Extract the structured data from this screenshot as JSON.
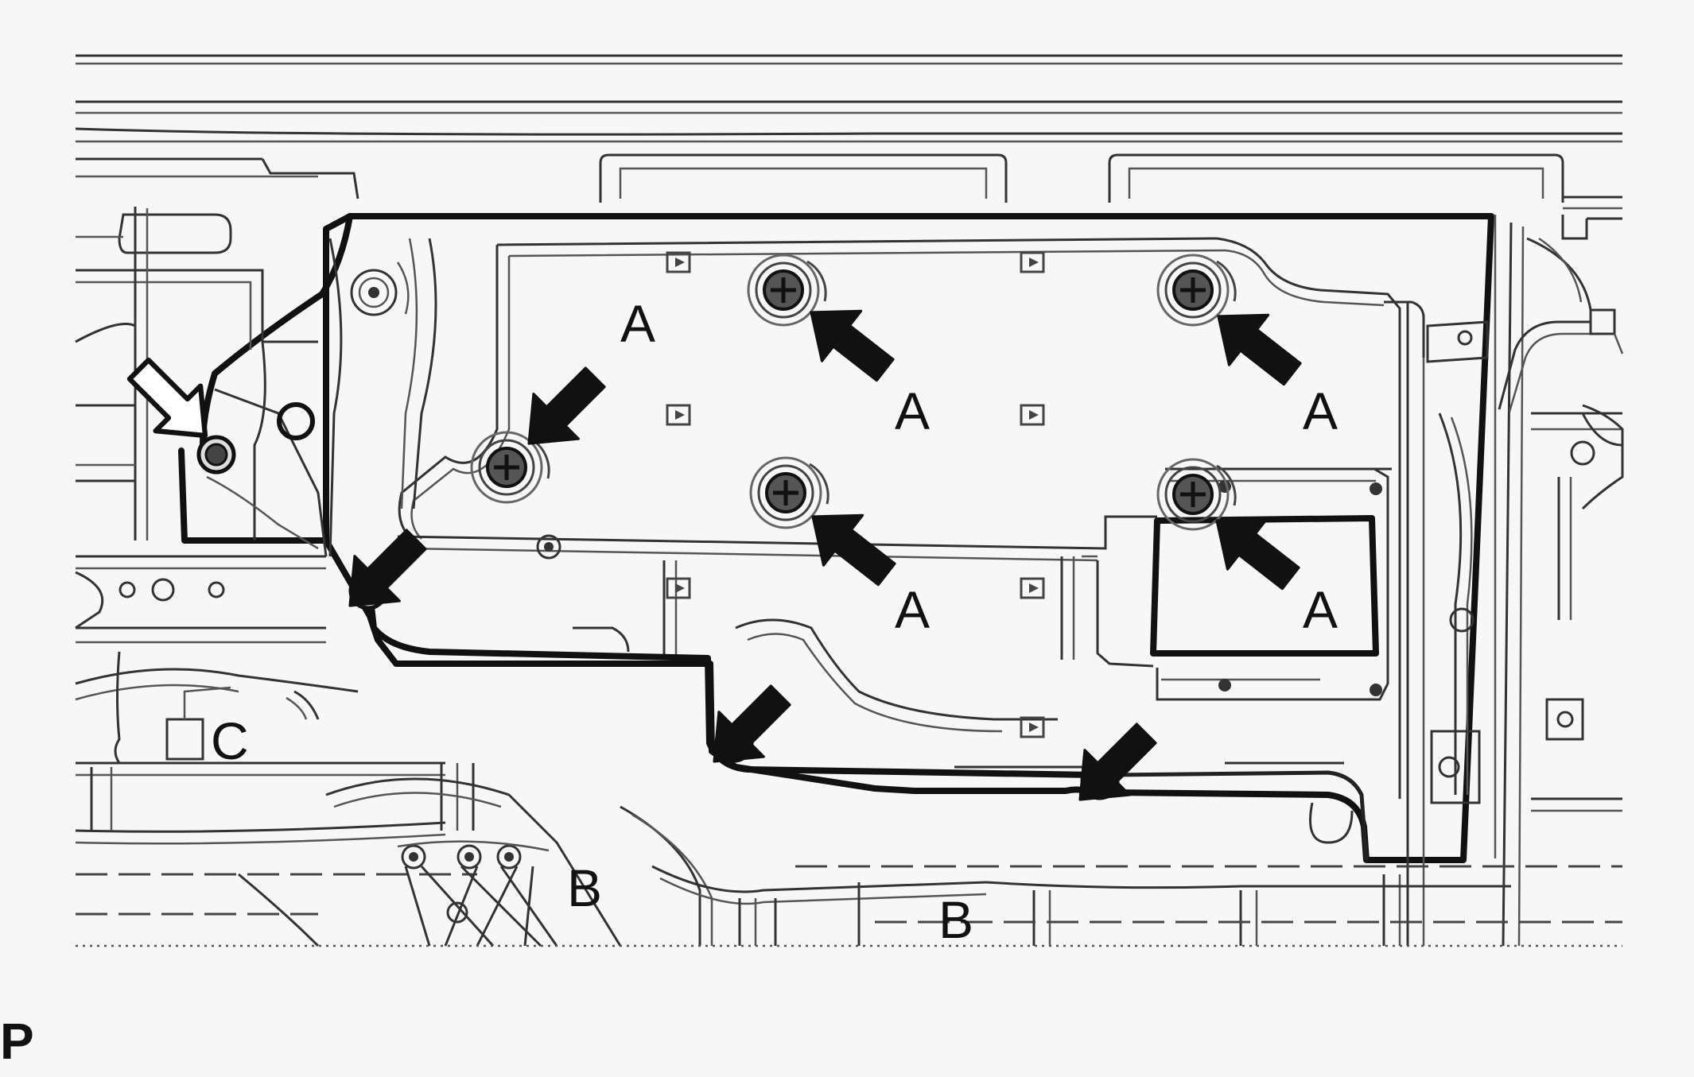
{
  "diagram": {
    "callouts": {
      "a1": "A",
      "a2": "A",
      "a3": "A",
      "a4": "A",
      "a5": "A",
      "b1": "B",
      "b2": "B",
      "c1": "C"
    },
    "corner_label": "P",
    "colors": {
      "background": "#f7f7f7",
      "line": "#111111"
    },
    "icons": {
      "filled_arrow": "arrow-icon",
      "outline_arrow": "outline-arrow-icon",
      "bolt": "bolt-icon",
      "screw": "screw-icon"
    }
  }
}
